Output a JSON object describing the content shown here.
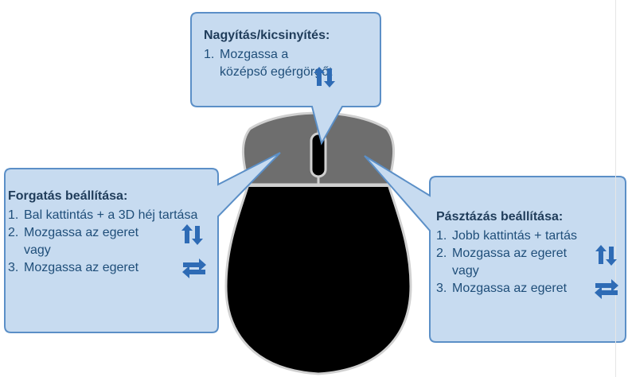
{
  "colors": {
    "bubble_fill": "#c7dbf0",
    "bubble_stroke": "#5b8fc7",
    "text": "#1f4e79",
    "title": "#1f3c5a",
    "arrow": "#2e6bb5",
    "mouse_body": "#000000",
    "mouse_buttons": "#6e6e6e",
    "mouse_outline": "#cfcfcf"
  },
  "zoom": {
    "title": "Nagyítás/kicsinyítés:",
    "steps": [
      {
        "num": "1.",
        "text": "Mozgassa a középső egérgörgőt",
        "icon": "updown-arrows-icon"
      }
    ]
  },
  "rotate": {
    "title": "Forgatás beállítása:",
    "steps": [
      {
        "num": "1.",
        "text": "Bal kattintás + a 3D héj tartása"
      },
      {
        "num": "2.",
        "text": "Mozgassa az egeret vagy",
        "icon": "updown-arrows-icon"
      },
      {
        "num": "3.",
        "text": "Mozgassa az egeret",
        "icon": "leftright-arrows-icon"
      }
    ]
  },
  "pan": {
    "title": "Pásztázás beállítása:",
    "steps": [
      {
        "num": "1.",
        "text": "Jobb kattintás + tartás"
      },
      {
        "num": "2.",
        "text": "Mozgassa az egeret vagy",
        "icon": "updown-arrows-icon"
      },
      {
        "num": "3.",
        "text": "Mozgassa az egeret",
        "icon": "leftright-arrows-icon"
      }
    ]
  }
}
